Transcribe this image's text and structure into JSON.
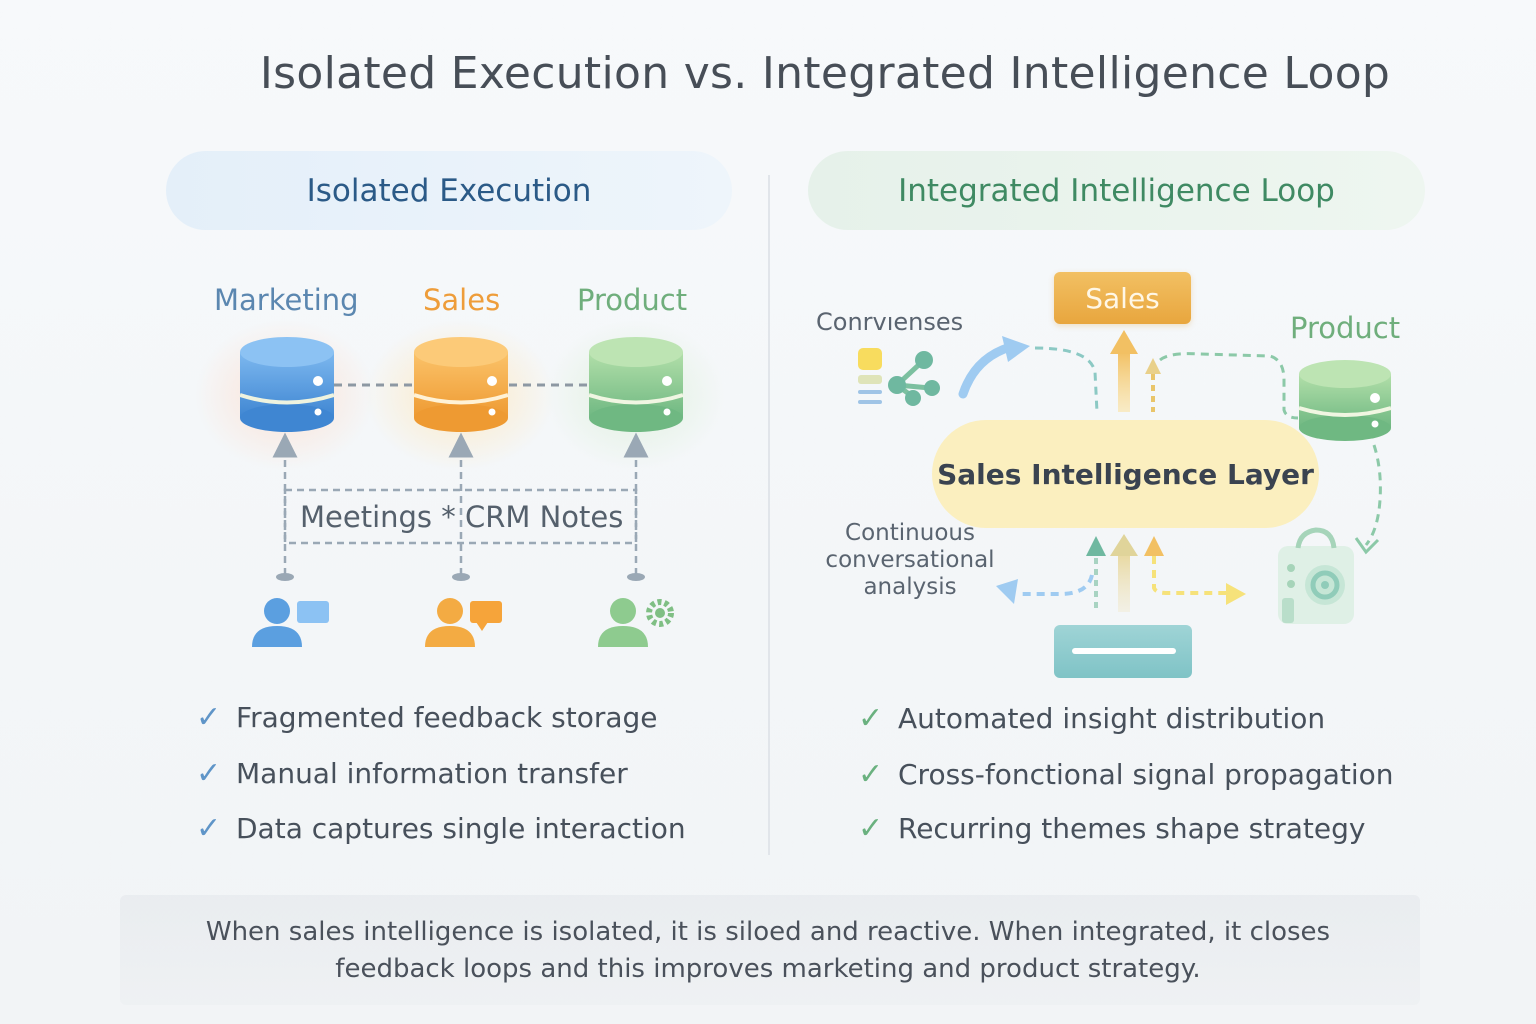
{
  "title": "Isolated Execution vs. Integrated Intelligence Loop",
  "left": {
    "heading": "Isolated Execution",
    "departments": [
      "Marketing",
      "Sales",
      "Product"
    ],
    "notes_label": "Meetings * CRM Notes",
    "bullets": [
      "Fragmented feedback storage",
      "Manual information transfer",
      "Data captures single interaction"
    ]
  },
  "right": {
    "heading": "Integrated Intelligence Loop",
    "conv_label": "Conrvıenses",
    "sales_label": "Sales",
    "product_label": "Product",
    "layer_label": "Sales Intelligence Layer",
    "continuous_label_lines": [
      "Continuous",
      "conversational",
      "analysis"
    ],
    "bullets": [
      "Automated insight distribution",
      "Cross-fonctional signal propagation",
      "Recurring themes shape strategy"
    ]
  },
  "check_glyph": "✓",
  "footer_lines": [
    "When sales intelligence is isolated, it is siloed and reactive. When integrated, it closes",
    "feedback loops and this improves marketing and product strategy."
  ],
  "colors": {
    "blue": "#5a9fe0",
    "orange": "#f3ab43",
    "green": "#8ecb8f",
    "teal": "#7fc3c6",
    "yellow": "#fbefbf"
  },
  "icons": [
    "database-icon",
    "person-chat-icon",
    "person-gear-icon",
    "network-share-icon",
    "speaker-device-icon"
  ]
}
